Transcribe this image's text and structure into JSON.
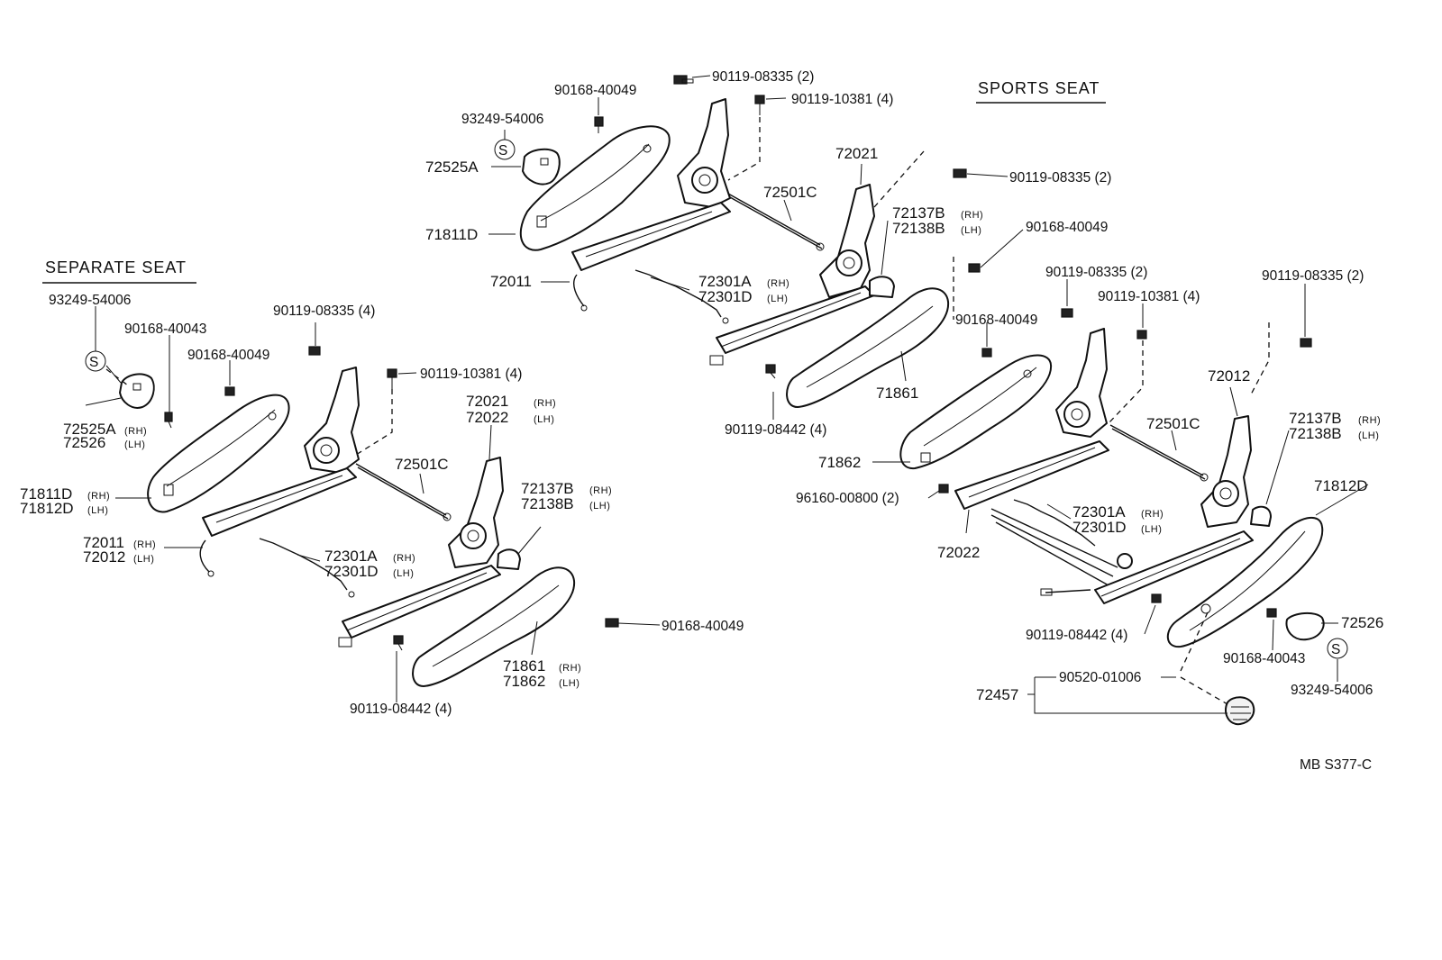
{
  "titles": {
    "sports_seat": "SPORTS SEAT",
    "separate_seat": "SEPARATE SEAT"
  },
  "figure_code": "MB  S377-C",
  "labels": {
    "top_90119_08335": "90119-08335 (2)",
    "top_90168_40049": "90168-40049",
    "top_90119_10381": "90119-10381 (4)",
    "top_93249_54006": "93249-54006",
    "top_72525A": "72525A",
    "top_72021": "72021",
    "top_72501C": "72501C",
    "top_71811D": "71811D",
    "top_72137B": "72137B",
    "top_72137B_sfx": "(RH)",
    "top_72138B": "72138B",
    "top_72138B_sfx": "(LH)",
    "top_72011": "72011",
    "top_72301A": "72301A",
    "top_72301A_sfx": "(RH)",
    "top_72301D": "72301D",
    "top_72301D_sfx": "(LH)",
    "top_71861": "71861",
    "top_90119_08442": "90119-08442 (4)",
    "sp_90119_08335_a": "90119-08335 (2)",
    "sp_90168_40049_a": "90168-40049",
    "sp_90168_40049_b": "90168-40049",
    "sp_90119_08335_b": "90119-08335 (2)",
    "sp_90119_10381": "90119-10381 (4)",
    "sp_90119_08335_c": "90119-08335 (2)",
    "sp_72012": "72012",
    "sp_72501C": "72501C",
    "sp_72137B": "72137B",
    "sp_72137B_sfx": "(RH)",
    "sp_72138B": "72138B",
    "sp_72138B_sfx": "(LH)",
    "sp_71862": "71862",
    "sp_96160_00800": "96160-00800 (2)",
    "sp_71812D": "71812D",
    "sp_72301A": "72301A",
    "sp_72301A_sfx": "(RH)",
    "sp_72301D": "72301D",
    "sp_72301D_sfx": "(LH)",
    "sp_72022": "72022",
    "sp_72526": "72526",
    "sp_90119_08442": "90119-08442 (4)",
    "sp_90168_40043": "90168-40043",
    "sp_93249_54006": "93249-54006",
    "sp_90520_01006": "90520-01006",
    "sp_72457": "72457",
    "se_93249_54006": "93249-54006",
    "se_90168_40043": "90168-40043",
    "se_90119_08335": "90119-08335 (4)",
    "se_90168_40049": "90168-40049",
    "se_90119_10381": "90119-10381 (4)",
    "se_72525A": "72525A",
    "se_72525A_sfx": "(RH)",
    "se_72526": "72526",
    "se_72526_sfx": "(LH)",
    "se_72021": "72021",
    "se_72021_sfx": "(RH)",
    "se_72022": "72022",
    "se_72022_sfx": "(LH)",
    "se_72501C": "72501C",
    "se_71811D": "71811D",
    "se_71811D_sfx": "(RH)",
    "se_71812D": "71812D",
    "se_71812D_sfx": "(LH)",
    "se_72137B": "72137B",
    "se_72137B_sfx": "(RH)",
    "se_72138B": "72138B",
    "se_72138B_sfx": "(LH)",
    "se_72011": "72011",
    "se_72011_sfx": "(RH)",
    "se_72012": "72012",
    "se_72012_sfx": "(LH)",
    "se_72301A": "72301A",
    "se_72301A_sfx": "(RH)",
    "se_72301D": "72301D",
    "se_72301D_sfx": "(LH)",
    "se_90168_40049_b": "90168-40049",
    "se_71861": "71861",
    "se_71861_sfx": "(RH)",
    "se_71862": "71862",
    "se_71862_sfx": "(LH)",
    "se_90119_08442": "90119-08442 (4)"
  },
  "symbols": {
    "s_mark": "S"
  }
}
